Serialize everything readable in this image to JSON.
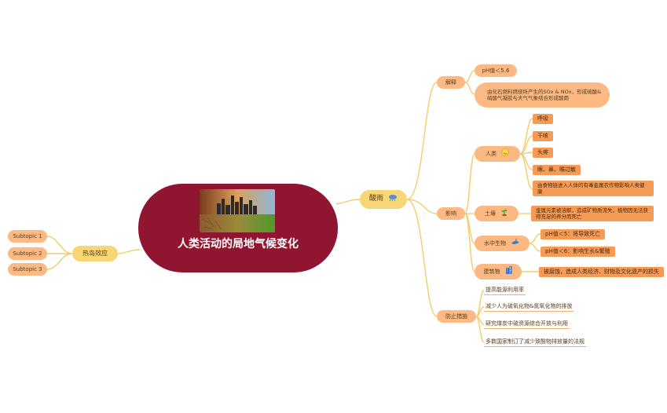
{
  "central": {
    "title": "人类活动的局地气候变化"
  },
  "left": {
    "main": "热岛效应",
    "subtopics": [
      "Subtopic 1",
      "Subtopic 2",
      "Subtopic 3"
    ]
  },
  "right": {
    "main": "酸雨",
    "explain": {
      "label": "解释",
      "ph": "pH值＜5.6",
      "cause": "由化石燃料燃烧所产生的SOx & NOx，形成硫酸&硝酸气凝胶与天气气象结合形成酸雨"
    },
    "impact": {
      "label": "影响",
      "human": {
        "label": "人类",
        "items": [
          "呼吸",
          "干咳",
          "头疼",
          "眼、鼻、喉过敏",
          "由食物链进入人体的有毒金属农作物影响人类健康"
        ]
      },
      "soil": {
        "label": "土壤",
        "desc": "金属元素被溶解，造成矿物质流失，植物因无法获得充足的养分而死亡"
      },
      "aquatic": {
        "label": "水中生物",
        "items": [
          "pH值＜5：将导致死亡",
          "pH值＜6：影响生长&繁殖"
        ]
      },
      "building": {
        "label": "建筑物",
        "desc": "被腐蚀，造成人类经济、财物及文化遗产的损失"
      }
    },
    "prevent": {
      "label": "防止措施",
      "items": [
        "提高能源利用率",
        "减少人为硫氧化物&氮氧化物的排放",
        "研究煤炭中硫资源综合开放与利用",
        "多数国家制订了减少致酸物排放量的法规"
      ]
    }
  }
}
